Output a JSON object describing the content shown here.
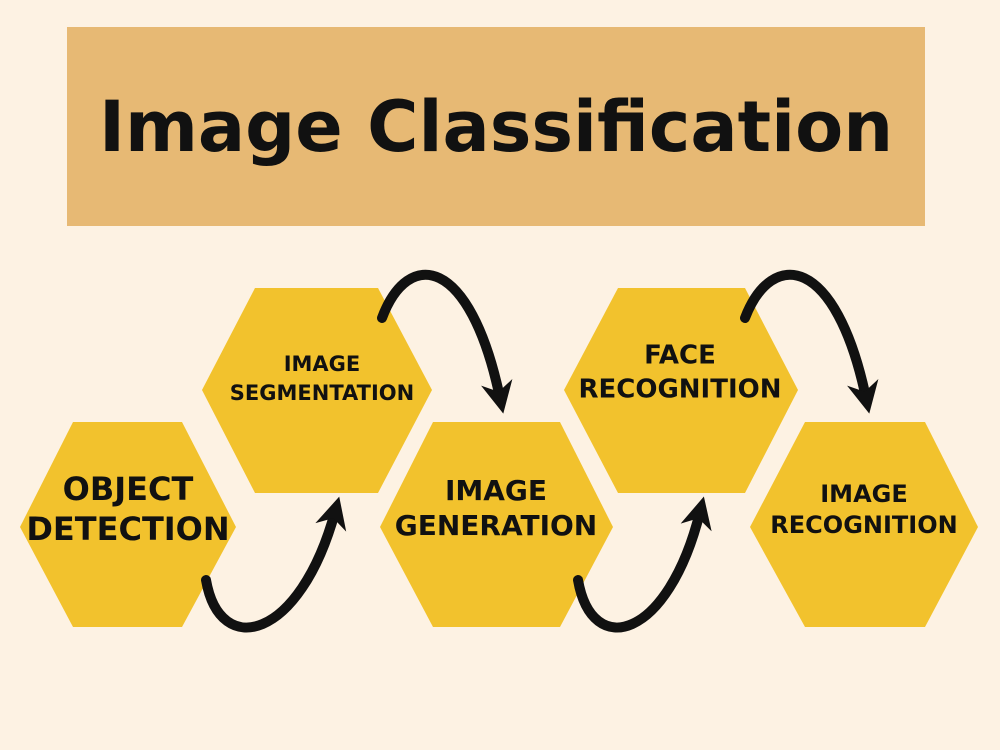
{
  "title": "Image Classification",
  "colors": {
    "background": "#fdf2e3",
    "banner": "#e7b974",
    "hexagon": "#f2c22d",
    "text": "#111111",
    "arrow": "#111111"
  },
  "steps": [
    {
      "line1": "OBJECT",
      "line2": "DETECTION"
    },
    {
      "line1": "IMAGE",
      "line2": "SEGMENTATION"
    },
    {
      "line1": "IMAGE",
      "line2": "GENERATION"
    },
    {
      "line1": "FACE",
      "line2": "RECOGNITION"
    },
    {
      "line1": "IMAGE",
      "line2": "RECOGNITION"
    }
  ],
  "arrows": [
    {
      "icon": "curved-arrow-up-icon"
    },
    {
      "icon": "curved-arrow-down-icon"
    },
    {
      "icon": "curved-arrow-up-icon"
    },
    {
      "icon": "curved-arrow-down-icon"
    }
  ]
}
